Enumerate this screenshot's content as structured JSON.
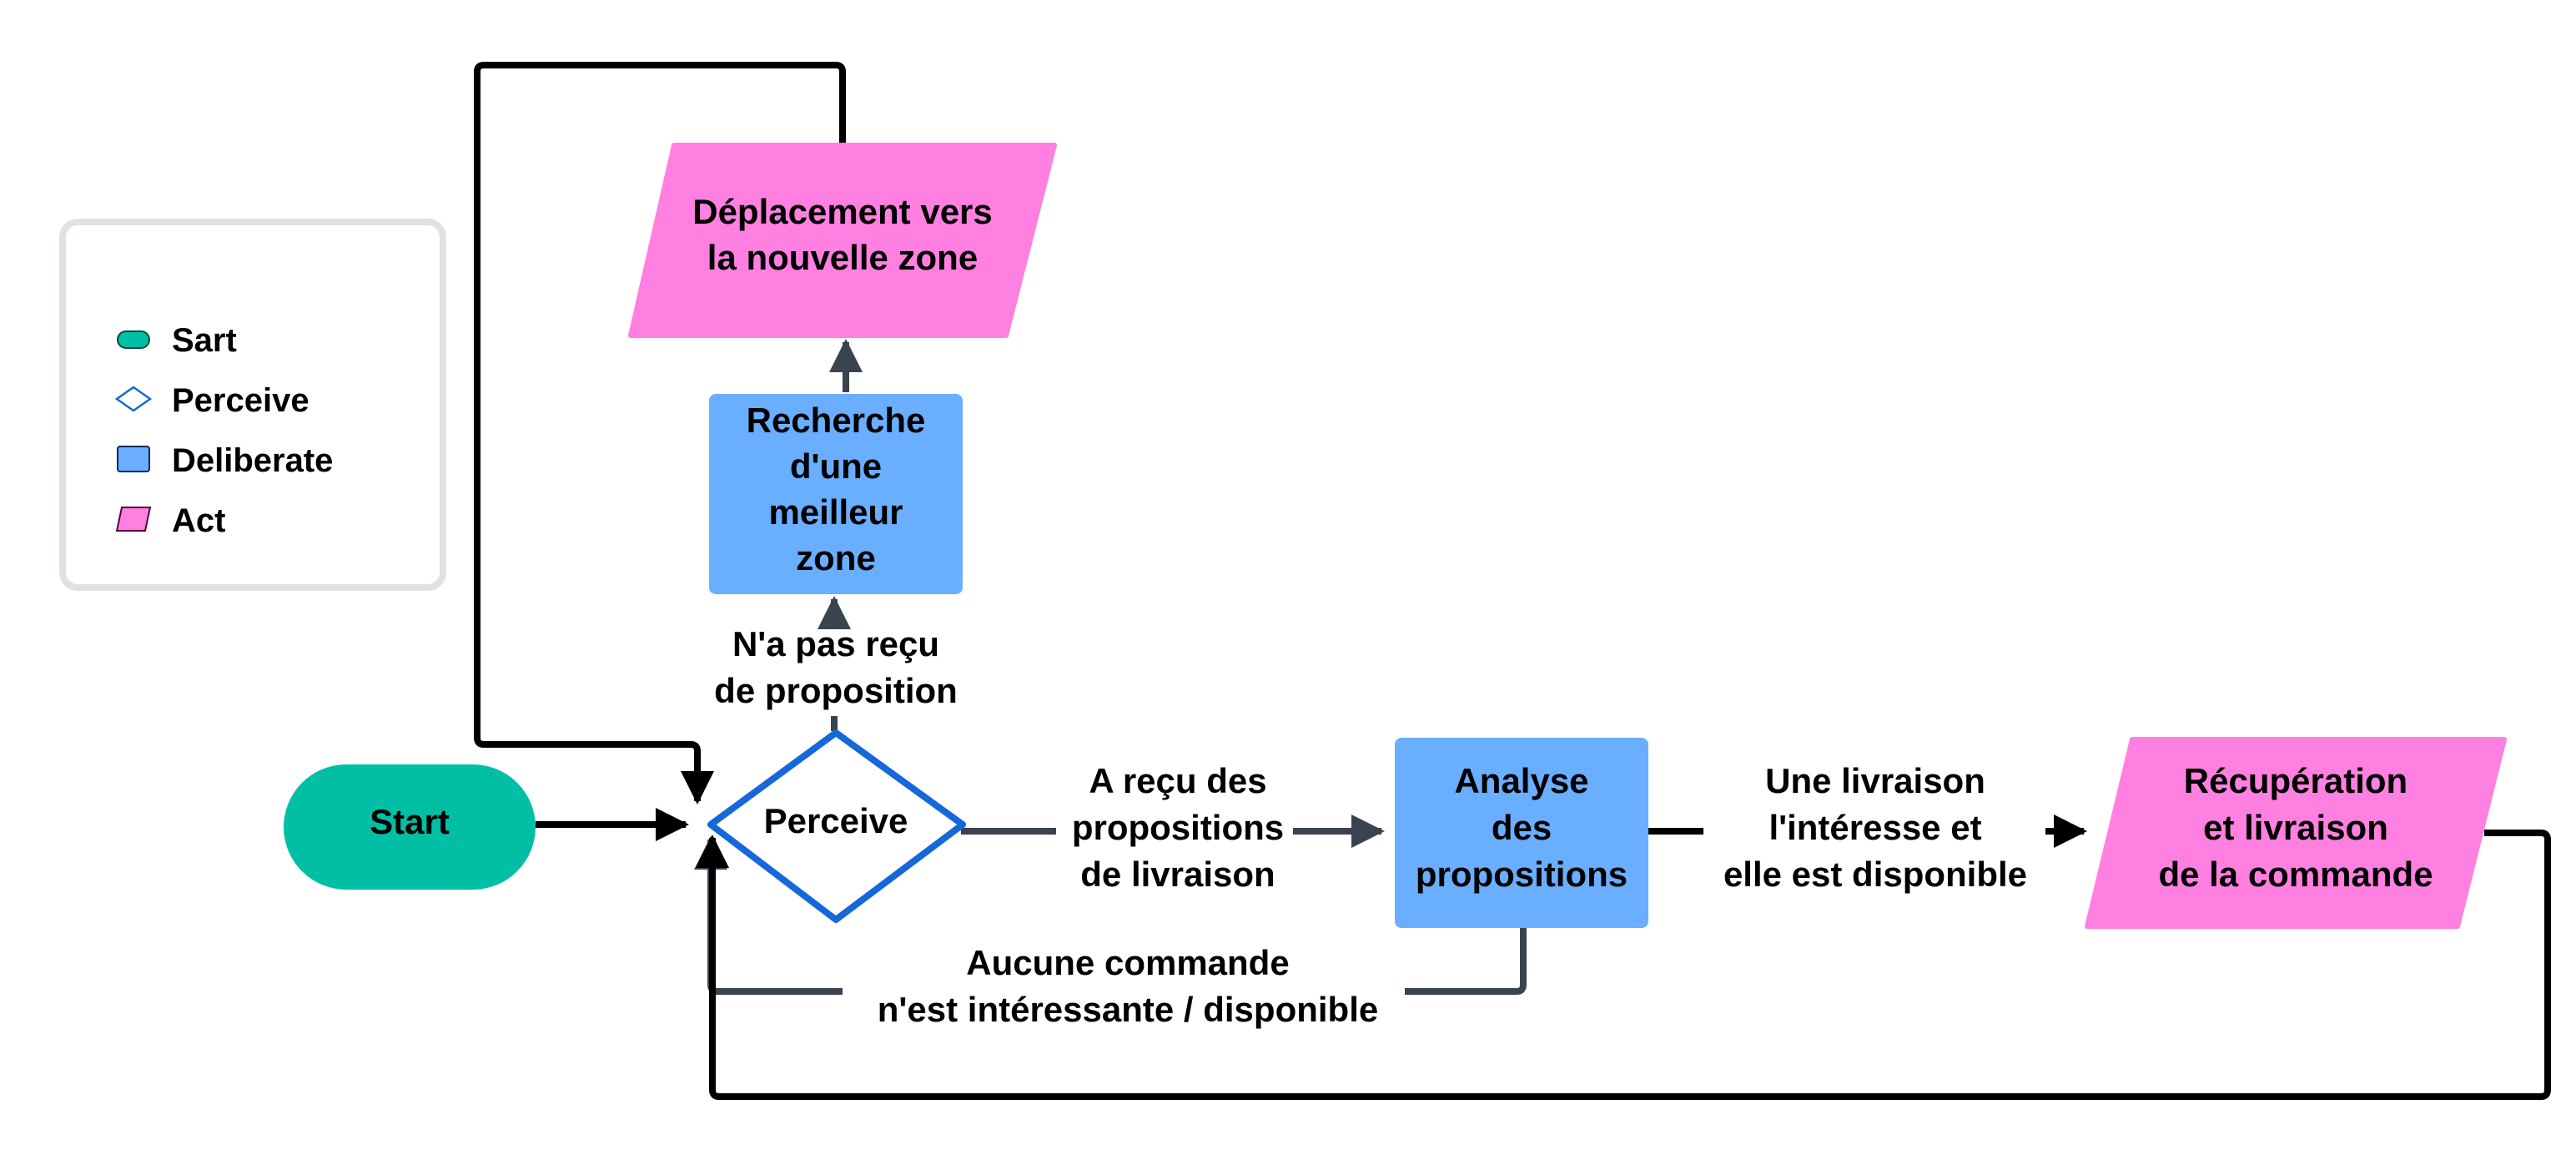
{
  "legend": {
    "items": [
      {
        "shape": "pill",
        "label": "Sart"
      },
      {
        "shape": "diamond",
        "label": "Perceive"
      },
      {
        "shape": "rect",
        "label": "Deliberate"
      },
      {
        "shape": "parallelogram",
        "label": "Act"
      }
    ]
  },
  "nodes": {
    "start": {
      "lines": [
        "Start"
      ]
    },
    "perceive": {
      "lines": [
        "Perceive"
      ]
    },
    "recherche": {
      "lines": [
        "Recherche",
        "d'une",
        "meilleur",
        "zone"
      ]
    },
    "deplacement": {
      "lines": [
        "Déplacement vers",
        "la nouvelle zone"
      ]
    },
    "analyse": {
      "lines": [
        "Analyse",
        "des",
        "propositions"
      ]
    },
    "recuperation": {
      "lines": [
        "Récupération",
        "et livraison",
        "de la commande"
      ]
    }
  },
  "edges": {
    "no_proposal": {
      "lines": [
        "N'a pas reçu",
        "de proposition"
      ]
    },
    "got_proposals": {
      "lines": [
        "A reçu des",
        "propositions",
        "de livraison"
      ]
    },
    "interesting": {
      "lines": [
        "Une livraison",
        "l'intéresse et",
        "elle est disponible"
      ]
    },
    "none_available": {
      "lines": [
        "Aucune commande",
        "n'est intéressante / disponible"
      ]
    }
  },
  "colors": {
    "start": "#00bfa5",
    "perceive_stroke": "#1667d9",
    "deliberate": "#6aaeff",
    "act": "#ff80e0",
    "edge_dark": "#000000",
    "edge_slate": "#3a4350",
    "legend_border": "#dfe1e5"
  }
}
